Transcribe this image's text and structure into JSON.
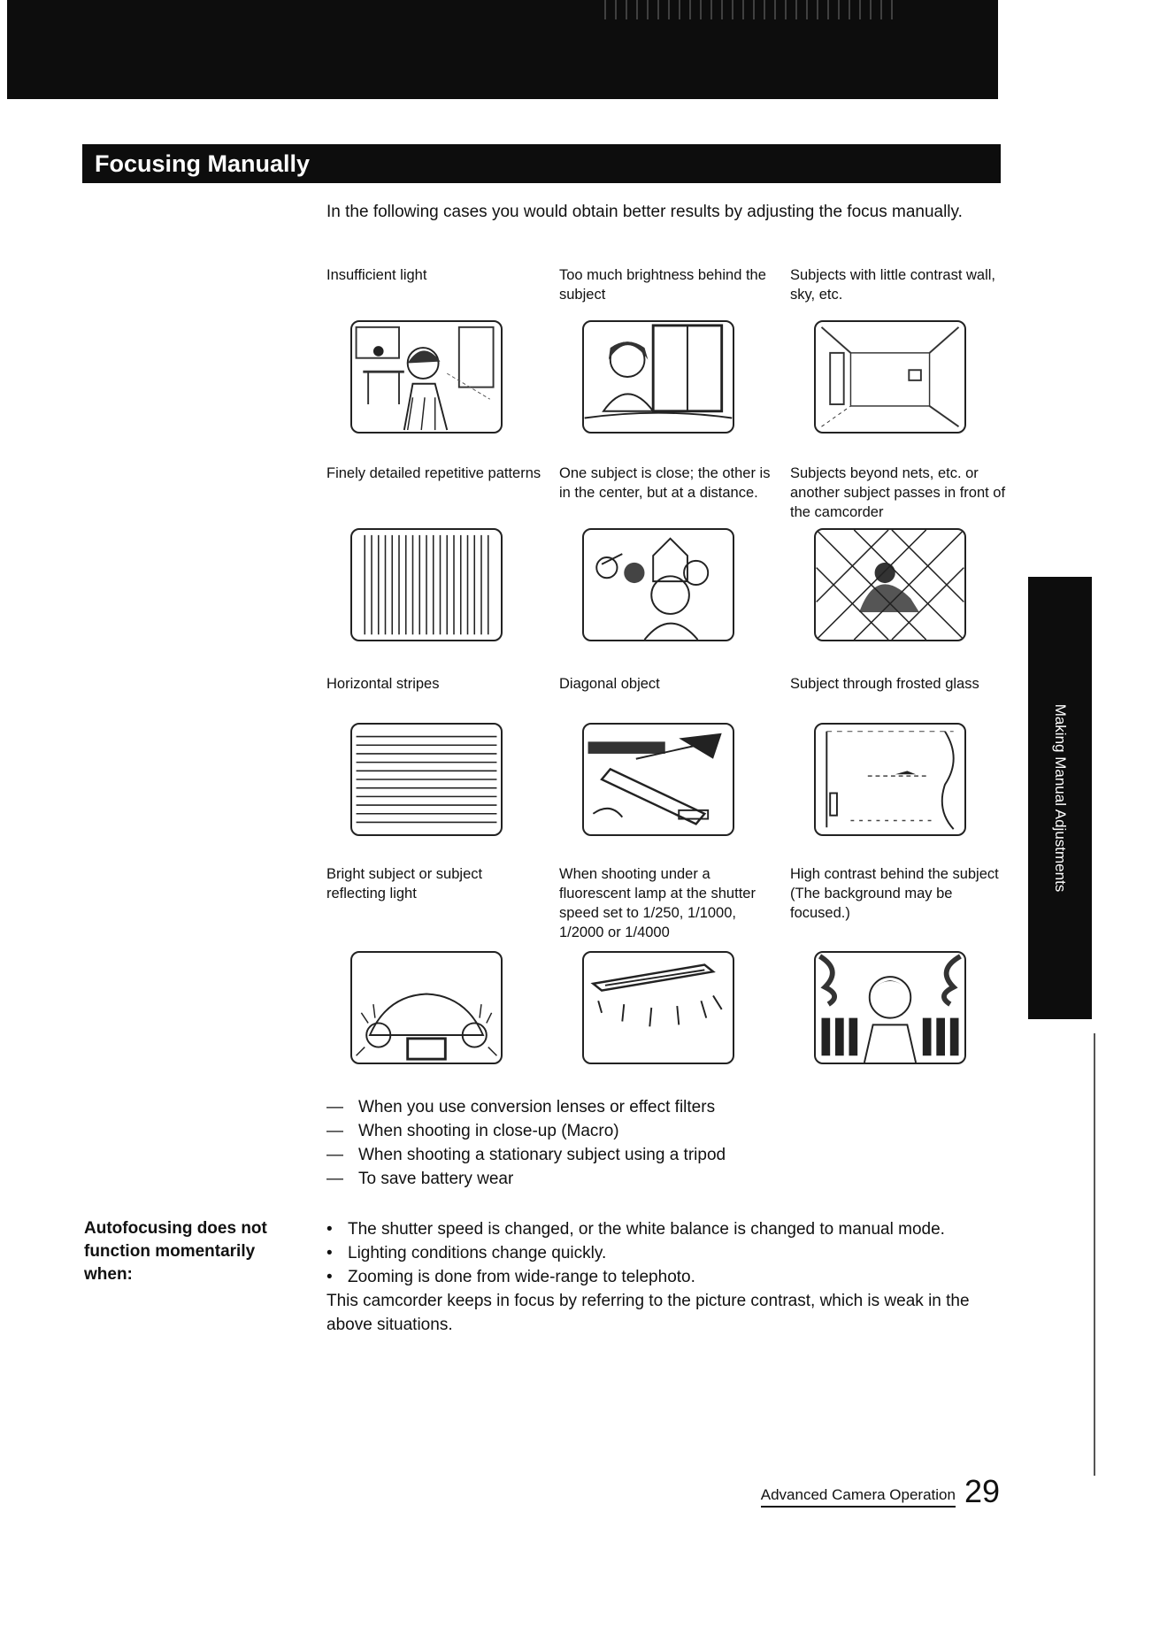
{
  "title": "Focusing Manually",
  "intro": "In the following cases you would obtain better results by adjusting the focus manually.",
  "cases": [
    {
      "label": "Insufficient light"
    },
    {
      "label": "Too much brightness behind the subject"
    },
    {
      "label": "Subjects with little contrast wall, sky, etc."
    },
    {
      "label": "Finely detailed repetitive patterns"
    },
    {
      "label": "One subject is close; the other is in the center, but at a distance."
    },
    {
      "label": "Subjects beyond nets, etc. or another subject passes in front of the camcorder"
    },
    {
      "label": "Horizontal stripes"
    },
    {
      "label": "Diagonal object"
    },
    {
      "label": "Subject through frosted glass"
    },
    {
      "label": "Bright subject or subject reflecting light"
    },
    {
      "label": "When shooting under a fluorescent lamp at the shutter speed set to 1/250, 1/1000, 1/2000 or 1/4000"
    },
    {
      "label": "High contrast behind the subject (The background may be focused.)"
    }
  ],
  "dash_items": [
    {
      "text": "When you use conversion lenses or effect filters"
    },
    {
      "text": "When shooting in close-up (Macro)"
    },
    {
      "text": "When shooting a stationary subject using a tripod"
    },
    {
      "text": "To save battery wear"
    }
  ],
  "dash_mark": "—",
  "autofocus": {
    "heading": "Autofocusing does not function momentarily when:",
    "bullet_mark": "•",
    "bullets": [
      {
        "text": "The shutter speed is changed, or the white balance is changed to manual mode."
      },
      {
        "text": "Lighting conditions change quickly."
      },
      {
        "text": "Zooming is done from wide-range to telephoto."
      }
    ],
    "note": "This camcorder keeps in focus by referring to the picture contrast, which is weak in the above situations."
  },
  "side_tab": "Making Manual Adjustments",
  "footer": {
    "section": "Advanced Camera Operation",
    "page": "29"
  }
}
